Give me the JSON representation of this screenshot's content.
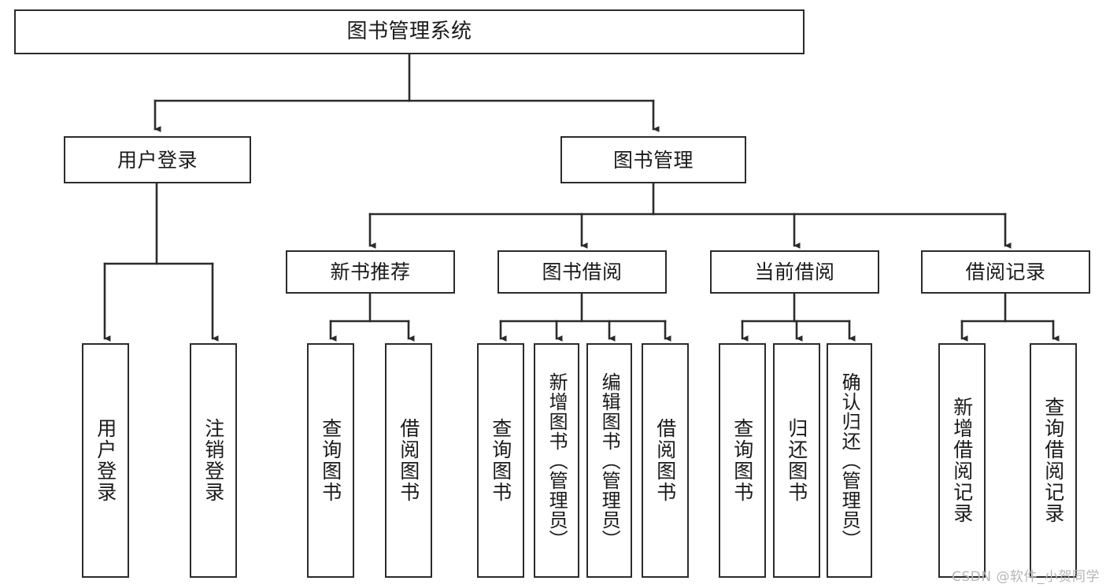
{
  "diagram": {
    "title": "图书管理系统",
    "type": "tree",
    "watermark": "CSDN @软件_小贺同学",
    "colors": {
      "node_border": "#2b2b2b",
      "node_fill": "#ffffff",
      "edge": "#2b2b2b",
      "text": "#1a1a1a",
      "watermark": "#b6b6b6"
    },
    "nodes": {
      "root": {
        "label": "图书管理系统"
      },
      "level2": [
        {
          "label": "用户登录"
        },
        {
          "label": "图书管理"
        }
      ],
      "level3": [
        {
          "label": "新书推荐"
        },
        {
          "label": "图书借阅"
        },
        {
          "label": "当前借阅"
        },
        {
          "label": "借阅记录"
        }
      ],
      "leaves": {
        "user_login": [
          {
            "label": "用户登录"
          },
          {
            "label": "注销登录"
          }
        ],
        "new_book": [
          {
            "label": "查询图书"
          },
          {
            "label": "借阅图书"
          }
        ],
        "book_borrow": [
          {
            "label": "查询图书"
          },
          {
            "label": "新增图书（管理员）"
          },
          {
            "label": "编辑图书（管理员）"
          },
          {
            "label": "借阅图书"
          }
        ],
        "current_borrow": [
          {
            "label": "查询图书"
          },
          {
            "label": "归还图书"
          },
          {
            "label": "确认归还（管理员）"
          }
        ],
        "borrow_record": [
          {
            "label": "新增借阅记录"
          },
          {
            "label": "查询借阅记录"
          }
        ]
      }
    }
  }
}
